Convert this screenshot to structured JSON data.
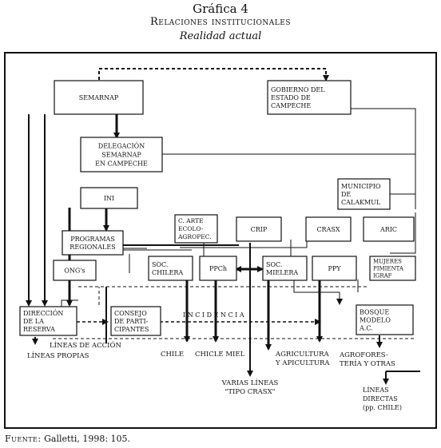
{
  "header": {
    "number": "Gráfica 4",
    "title": "Relaciones institucionales",
    "subtitle": "Realidad actual"
  },
  "source": {
    "label": "Fuente:",
    "text": "Galletti, 1998: 105."
  },
  "diagram": {
    "nodes": {
      "semarnap": [
        "SEMARNAP"
      ],
      "gobierno": [
        "GOBIERNO DEL",
        "ESTADO DE",
        "CAMPECHE"
      ],
      "delegacion": [
        "DELEGACIÓN",
        "SEMARNAP",
        "EN CAMPECHE"
      ],
      "ini": [
        "INI"
      ],
      "municipio": [
        "MUNICIPIO",
        "DE",
        "CALAKMUL"
      ],
      "carte": [
        "C. ARTE",
        "ECOLO-",
        "AGROPEC."
      ],
      "crip": [
        "CRIP"
      ],
      "crasx": [
        "CRASX"
      ],
      "aric": [
        "ARIC"
      ],
      "programas": [
        "PROGRAMAS",
        "REGIONALES"
      ],
      "ongs": [
        "ONG's"
      ],
      "socchilera": [
        "SOC.",
        "CHILERA"
      ],
      "ppch": [
        "PPCh"
      ],
      "socmielera": [
        "SOC.",
        "MIELERA"
      ],
      "ppy": [
        "PPY"
      ],
      "mujeres": [
        "MUJERES",
        "PIMIENTA",
        "IGRAF"
      ],
      "direccion": [
        "DIRECCIÓN",
        "DE LA",
        "RESERVA"
      ],
      "consejo": [
        "CONSEJO",
        "DE PARTI-",
        "CIPANTES"
      ],
      "bosque": [
        "BOSQUE",
        "MODELO",
        "A.C."
      ]
    },
    "incidencia": "I N C I D E N C I A",
    "labels": {
      "lineas_accion": "LÍNEAS DE ACCIÓN",
      "lineas_propias": "LÍNEAS PROPIAS",
      "chile": "CHILE",
      "chile_miel": "CHICLE MIEL",
      "varias": [
        "VARIAS LÍNEAS",
        "\"TIPO CRASX\""
      ],
      "agricultura": [
        "AGRICULTURA",
        "Y APICULTURA"
      ],
      "agroforesteria": [
        "AGROFORES-",
        "TERÍA Y OTRAS"
      ],
      "lineas_directas": [
        "LÍNEAS",
        "DIRECTAS",
        "(pp. CHILE)"
      ]
    }
  }
}
